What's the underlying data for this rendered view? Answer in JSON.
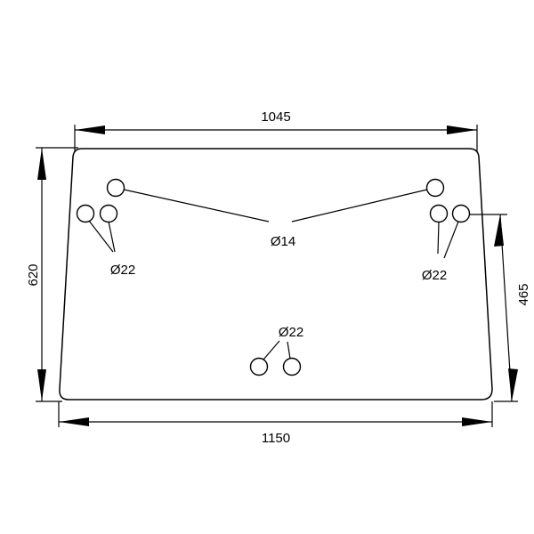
{
  "dimensions": {
    "top_width": "1045",
    "bottom_width": "1150",
    "left_height": "620",
    "right_height": "465"
  },
  "annotations": {
    "holes_center": "Ø14",
    "holes_left": "Ø22",
    "holes_right": "Ø22",
    "holes_bottom": "Ø22"
  }
}
